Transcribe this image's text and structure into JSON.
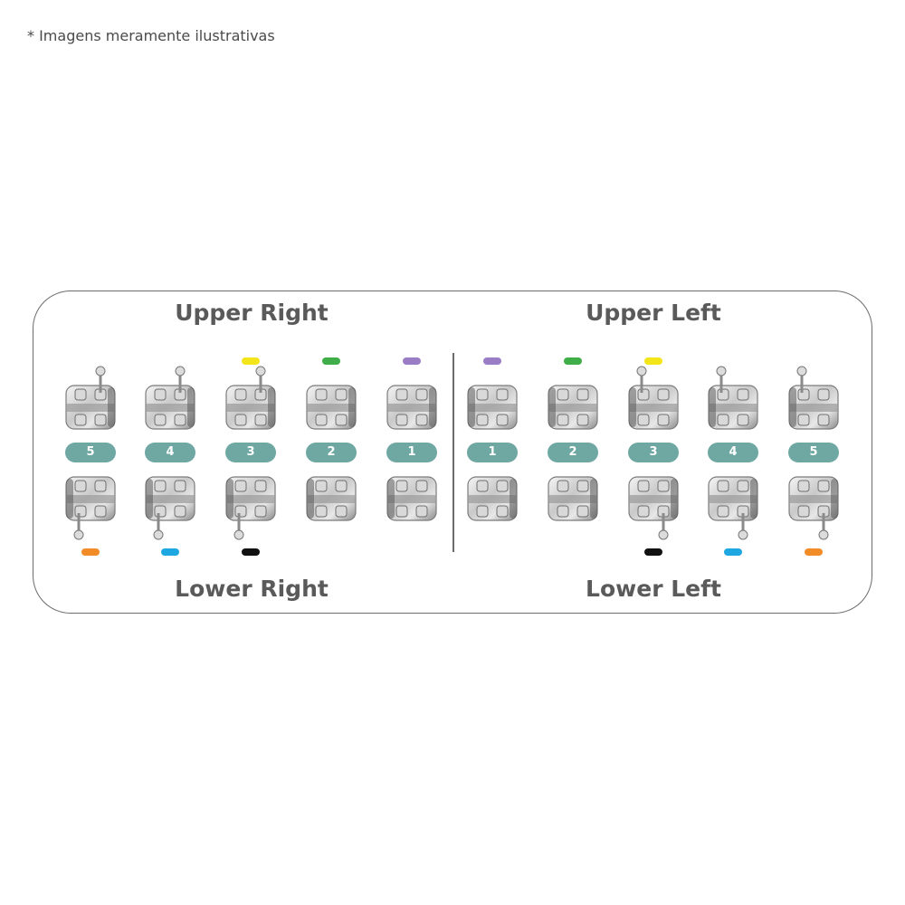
{
  "note": "* Imagens meramente ilustrativas",
  "quadrants": {
    "upper_right": "Upper Right",
    "upper_left": "Upper Left",
    "lower_right": "Lower Right",
    "lower_left": "Lower Left"
  },
  "colors": {
    "pill": "#6fa8a3",
    "yellow": "#f4e51b",
    "green": "#3fae49",
    "purple": "#9b7dc6",
    "orange": "#f28c28",
    "blue": "#1ea7e1",
    "black": "#111111"
  },
  "columns": [
    {
      "label": "5",
      "upper_tag": null,
      "lower_tag": "orange"
    },
    {
      "label": "4",
      "upper_tag": null,
      "lower_tag": "blue"
    },
    {
      "label": "3",
      "upper_tag": "yellow",
      "lower_tag": "black"
    },
    {
      "label": "2",
      "upper_tag": "green",
      "lower_tag": null
    },
    {
      "label": "1",
      "upper_tag": "purple",
      "lower_tag": null
    },
    {
      "label": "1",
      "upper_tag": "purple",
      "lower_tag": null
    },
    {
      "label": "2",
      "upper_tag": "green",
      "lower_tag": null
    },
    {
      "label": "3",
      "upper_tag": "yellow",
      "lower_tag": "black"
    },
    {
      "label": "4",
      "upper_tag": null,
      "lower_tag": "blue"
    },
    {
      "label": "5",
      "upper_tag": null,
      "lower_tag": "orange"
    }
  ]
}
